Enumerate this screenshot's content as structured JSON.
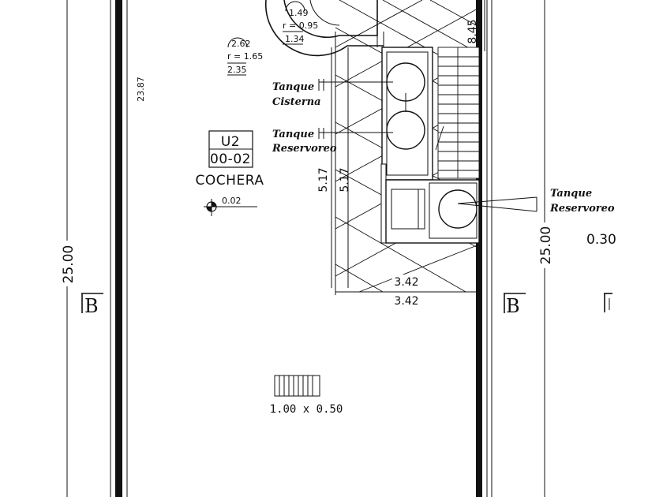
{
  "unit": {
    "code": "U2",
    "sub": "00-02",
    "name": "COCHERA",
    "level": "0.02"
  },
  "dims": {
    "side_left": "23.87",
    "length_left": "25.00",
    "length_right": "25.00",
    "h_center_1": "5.17",
    "h_center_2": "5.17",
    "right_top": "8.45",
    "width_1": "3.42",
    "width_2": "3.42",
    "right_partial": "0.30",
    "arc1_a": "2.62",
    "arc1_r": "r = 1.65",
    "arc1_b": "2.35",
    "arc2_a": "1.49",
    "arc2_r": "r = 0.95",
    "arc2_b": "1.34"
  },
  "tanks": {
    "cisterna_1": "Tanque",
    "cisterna_2": "Cisterna",
    "reserv_a1": "Tanque",
    "reserv_a2": "Reservoreo",
    "reserv_b1": "Tanque",
    "reserv_b2": "Reservoreo"
  },
  "section": {
    "left": "B",
    "right": "B"
  },
  "grate": {
    "size": "1.00 x 0.50"
  }
}
